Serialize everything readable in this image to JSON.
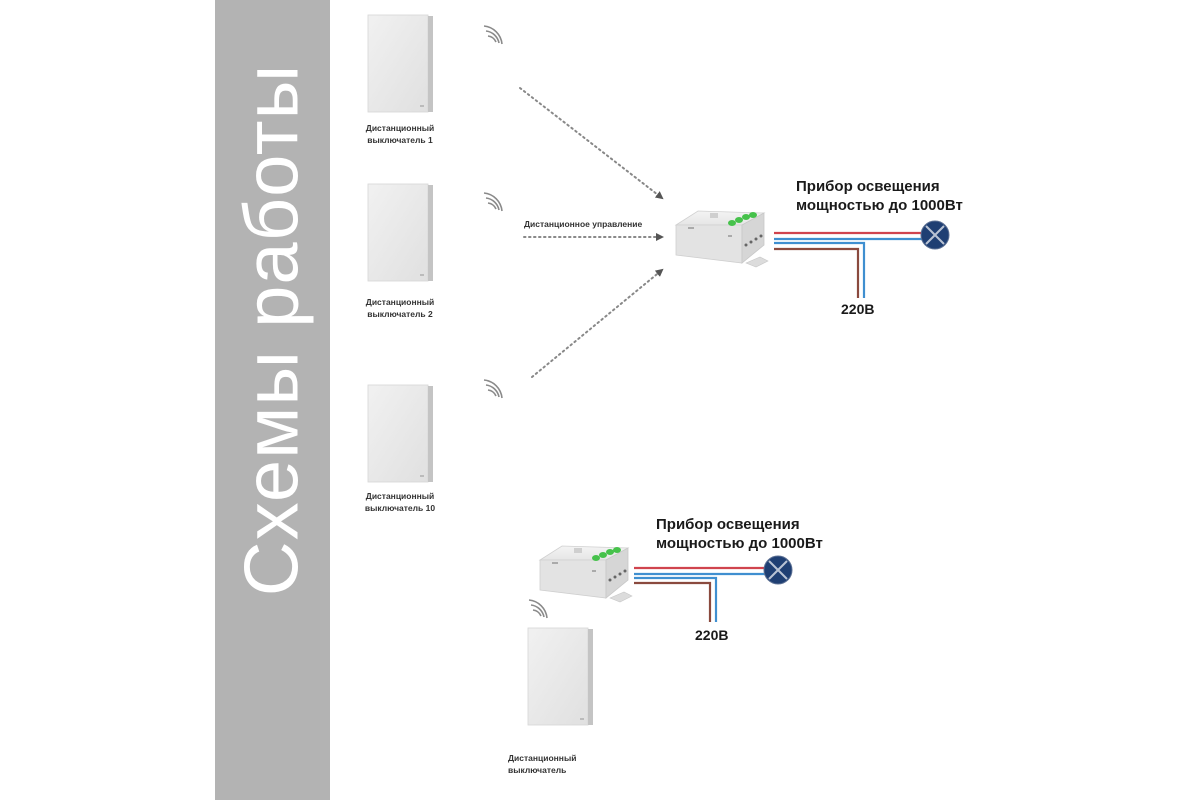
{
  "title": "Схемы работы",
  "colors": {
    "sidebar": "#b3b3b3",
    "wire_phase": "#d0444e",
    "wire_neutral": "#3f8fd0",
    "wire_load": "#8a4a3e",
    "lamp": "#1f3f73",
    "module_led": "#3fcf3f"
  },
  "scheme_multi": {
    "switches": [
      {
        "caption_line1": "Дистанционный",
        "caption_line2": "выключатель 1"
      },
      {
        "caption_line1": "Дистанционный",
        "caption_line2": "выключатель 2"
      },
      {
        "caption_line1": "Дистанционный",
        "caption_line2": "выключатель 10"
      }
    ],
    "remote_control_label": "Дистанционное управление",
    "lamp_label_line1": "Прибор освещения",
    "lamp_label_line2": "мощностью до 1000Вт",
    "voltage_label": "220В",
    "icons": [
      "wireless-signal-icon",
      "relay-module-icon",
      "lamp-icon",
      "wall-switch-icon"
    ]
  },
  "scheme_single": {
    "switch": {
      "caption_line1": "Дистанционный",
      "caption_line2": "выключатель"
    },
    "lamp_label_line1": "Прибор освещения",
    "lamp_label_line2": "мощностью до 1000Вт",
    "voltage_label": "220В"
  }
}
